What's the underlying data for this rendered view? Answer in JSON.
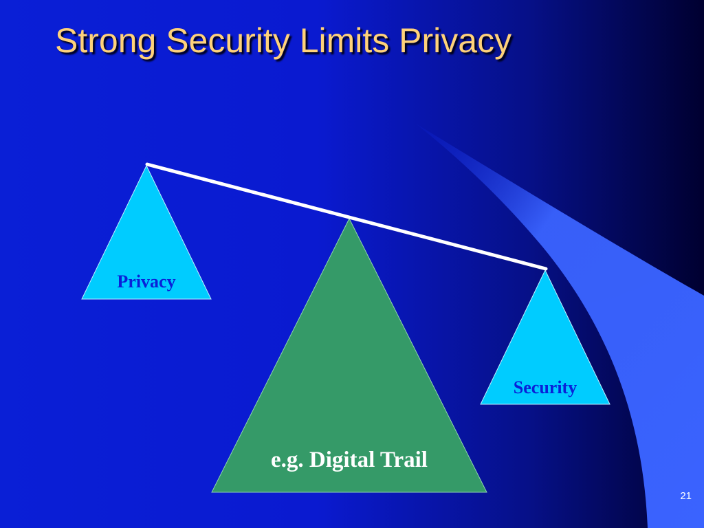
{
  "slide": {
    "title": "Strong Security Limits Privacy",
    "page_number": "21"
  },
  "diagram": {
    "privacy_label": "Privacy",
    "security_label": "Security",
    "fulcrum_label": "e.g. Digital Trail"
  },
  "colors": {
    "title": "#ffd27a",
    "weight_triangle": "#00ccff",
    "weight_label": "#0a20d8",
    "fulcrum_triangle": "#359a68",
    "fulcrum_label": "#ffffff",
    "beam": "#ffffff",
    "accent_swoosh": "#3a63ff"
  }
}
